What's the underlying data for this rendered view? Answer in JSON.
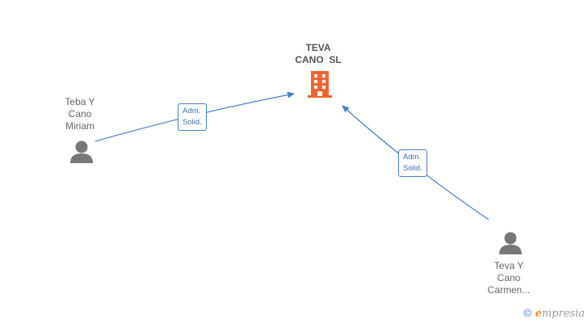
{
  "company": {
    "name_line1": "TEVA",
    "name_line2": "CANO  SL",
    "icon": "building-icon",
    "color": "#f26430"
  },
  "persons": [
    {
      "line1": "Teba Y",
      "line2": "Cano",
      "line3": "Miriam",
      "icon": "person-icon"
    },
    {
      "line1": "Teva Y",
      "line2": "Cano",
      "line3": "Carmen...",
      "icon": "person-icon"
    }
  ],
  "edges": [
    {
      "from": "person-0",
      "to": "company",
      "label_line1": "Adm.",
      "label_line2": "Solid."
    },
    {
      "from": "person-1",
      "to": "company",
      "label_line1": "Adm.",
      "label_line2": "Solid."
    }
  ],
  "colors": {
    "edge": "#4a7fc1",
    "person_icon": "#777777"
  },
  "watermark": {
    "symbol": "©",
    "brand_first": "e",
    "brand_rest": "mpresia"
  }
}
